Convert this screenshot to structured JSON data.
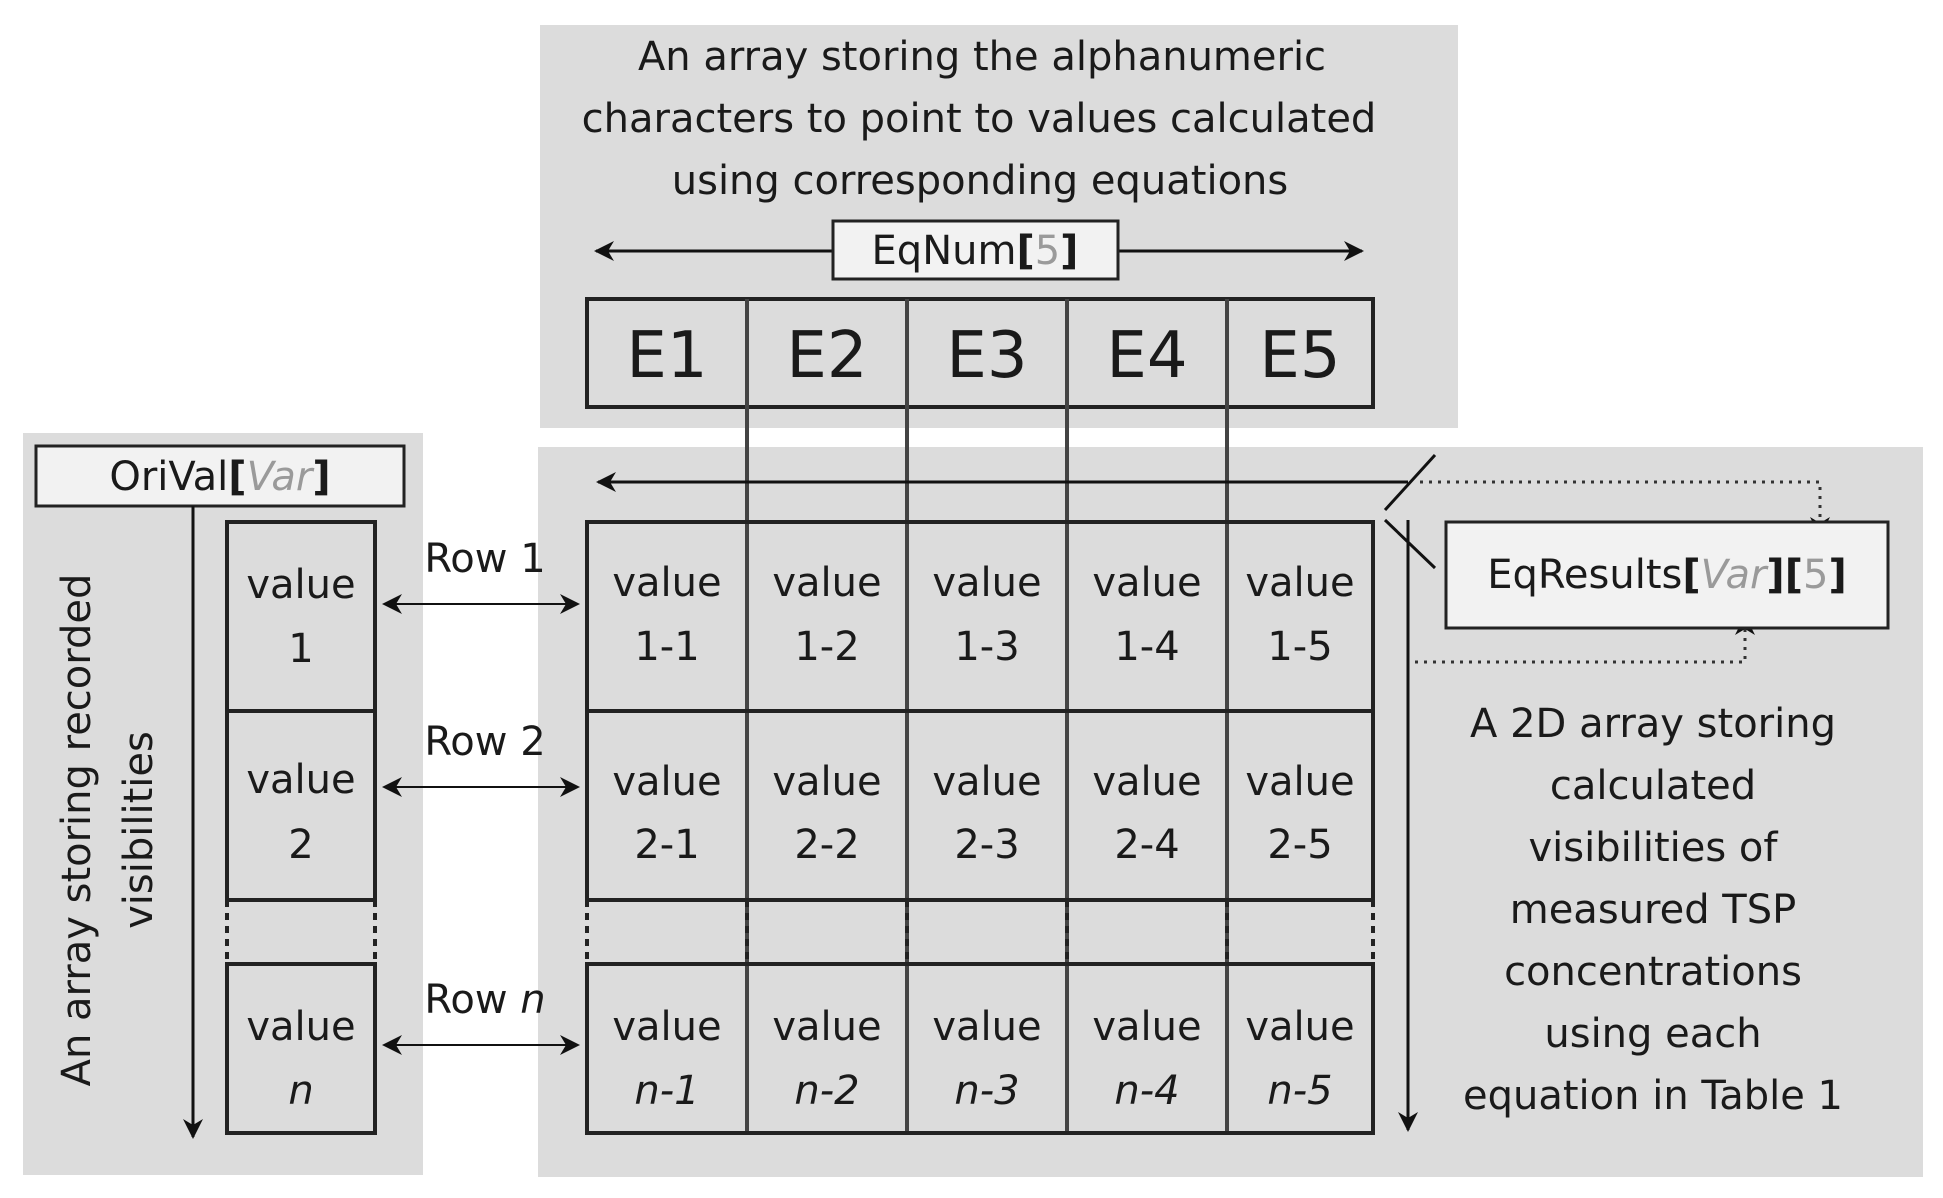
{
  "eqnum_panel": {
    "description": [
      "An array storing the alphanumeric",
      "characters to point to values calculated",
      "using corresponding equations"
    ],
    "label": {
      "name": "EqNum",
      "open": "[",
      "dim": "5",
      "close": "]"
    },
    "cells": [
      "E1",
      "E2",
      "E3",
      "E4",
      "E5"
    ]
  },
  "orival_panel": {
    "label": {
      "name": "OriVal",
      "open": "[",
      "dim": "Var",
      "close": "]"
    },
    "description": [
      "An array storing recorded",
      "visibilities"
    ],
    "cells": [
      {
        "top": "value",
        "bottom": "1"
      },
      {
        "top": "value",
        "bottom": "2"
      },
      {
        "top": "value",
        "bottom": "n"
      }
    ]
  },
  "row_labels": [
    {
      "text": "Row 1",
      "prefix": "Row ",
      "suffix": "1"
    },
    {
      "text": "Row 2",
      "prefix": "Row ",
      "suffix": "2"
    },
    {
      "text": "Row n",
      "prefix": "Row ",
      "suffix": "n"
    }
  ],
  "eqresults_panel": {
    "label": {
      "name": "EqResults",
      "open1": "[",
      "dim1": "Var",
      "close1": "]",
      "open2": "[",
      "dim2": "5",
      "close2": "]"
    },
    "description": [
      "A 2D array storing",
      "calculated",
      "visibilities of",
      "measured TSP",
      "concentrations",
      "using each",
      "equation in Table 1"
    ],
    "rows": [
      [
        "1-1",
        "1-2",
        "1-3",
        "1-4",
        "1-5"
      ],
      [
        "2-1",
        "2-2",
        "2-3",
        "2-4",
        "2-5"
      ],
      [
        "n-1",
        "n-2",
        "n-3",
        "n-4",
        "n-5"
      ]
    ],
    "cell_word": "value"
  }
}
